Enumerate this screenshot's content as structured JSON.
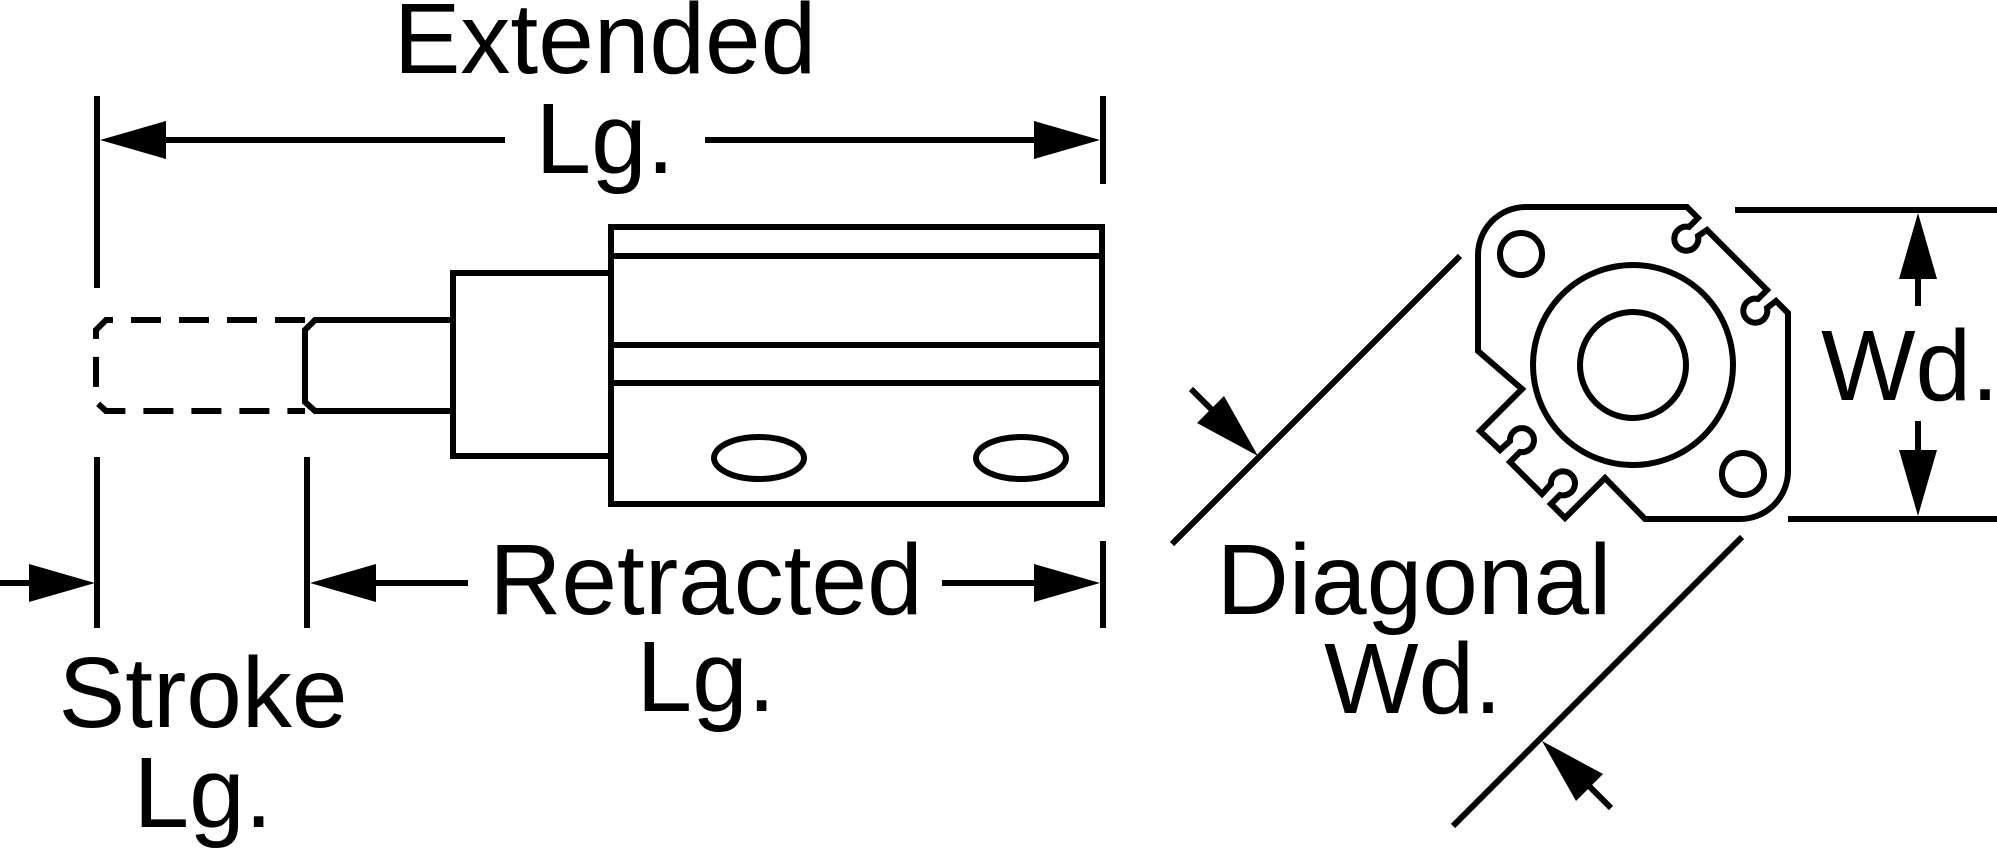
{
  "labels": {
    "extended_line1": "Extended",
    "extended_line2": "Lg.",
    "retracted_line1": "Retracted",
    "retracted_line2": "Lg.",
    "stroke_line1": "Stroke",
    "stroke_line2": "Lg.",
    "diagonal_line1": "Diagonal",
    "diagonal_line2": "Wd.",
    "width": "Wd."
  },
  "colors": {
    "ink": "#000000",
    "background": "#ffffff"
  }
}
